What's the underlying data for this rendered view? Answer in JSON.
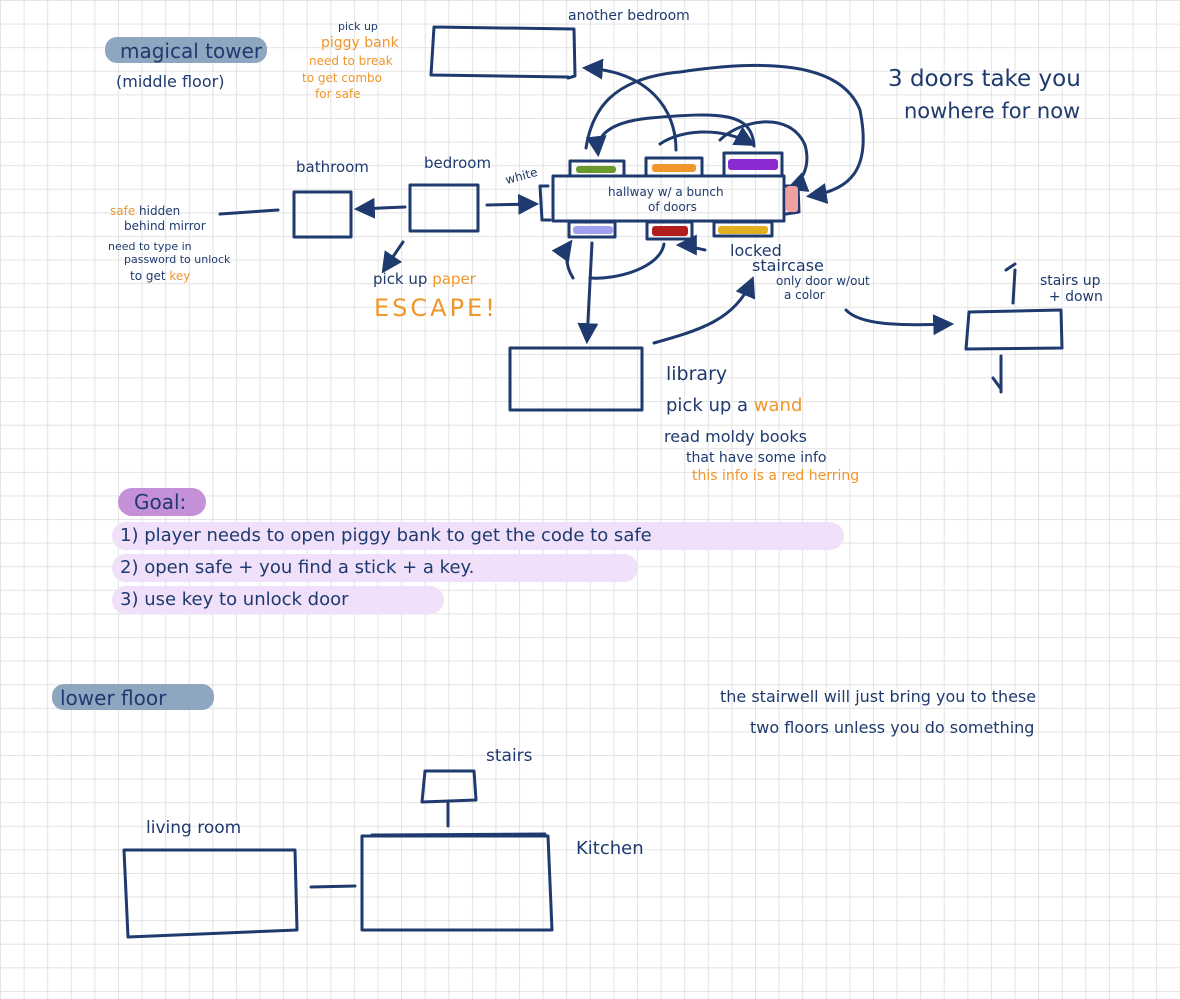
{
  "colors": {
    "ink": "#1e3a6e",
    "orange": "#f0962a",
    "blue_pill": "#8fa6c1",
    "purple_pill": "#c490d8",
    "goal_highlight": "#f0e0fa"
  },
  "sections": {
    "magical_tower": {
      "title": "magical tower",
      "subtitle": "(middle floor)"
    },
    "lower_floor": {
      "title": "lower floor"
    }
  },
  "rooms": {
    "another_bedroom": "another bedroom",
    "bathroom": "bathroom",
    "bedroom": "bedroom",
    "hallway": "hallway w/ a bunch of doors",
    "library": "library",
    "stairs_up_down": "stairs up + down",
    "stairs": "stairs",
    "living_room": "living room",
    "kitchen": "Kitchen"
  },
  "notes": {
    "piggy": [
      "pick up",
      "piggy bank",
      "need to break",
      "to get combo",
      "for safe"
    ],
    "three_doors": [
      "3 doors take you",
      "nowhere for now"
    ],
    "safe": [
      "safe hidden",
      "behind mirror"
    ],
    "password": [
      "need to type in",
      "password to unlock",
      "to get"
    ],
    "key_word": "key",
    "white": "white",
    "paper": [
      "pick up",
      "paper"
    ],
    "escape": "ESCAPE!",
    "locked": "locked",
    "staircase": "staircase",
    "only_door": [
      "only door w/out",
      "a color"
    ],
    "library_notes": [
      "pick up a",
      "wand",
      "read moldy books",
      "that have some info",
      "this info is a red herring"
    ],
    "stairwell": [
      "the stairwell will just bring you to these",
      "two floors unless you do something"
    ]
  },
  "door_colors": {
    "green": "#6a9a2e",
    "orange": "#f0962a",
    "purple": "#8a2ad0",
    "pink": "#f0a0a0",
    "lavender": "#a0a0f0",
    "red": "#b01e1e",
    "yellow": "#e0b020"
  },
  "goal": {
    "label": "Goal:",
    "steps": [
      "1) player needs to open piggy bank to get the code to safe",
      "2) open safe + you find a stick + a key.",
      "3) use key to unlock door"
    ]
  }
}
